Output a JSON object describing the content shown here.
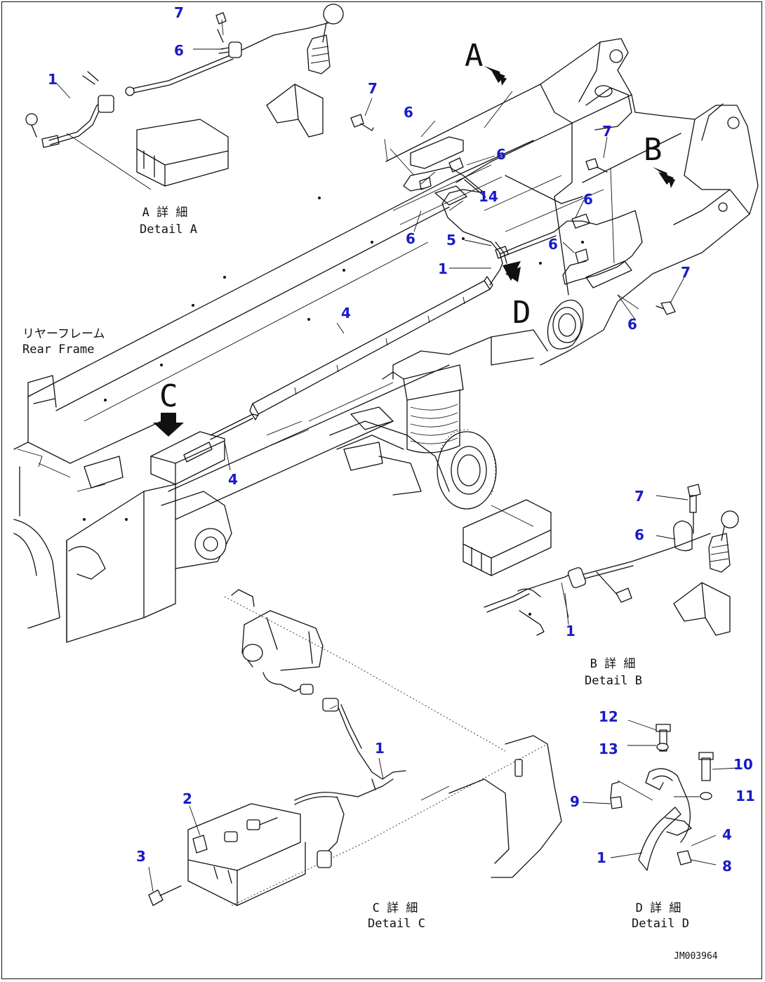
{
  "callouts": {
    "a7": "7",
    "a6": "6",
    "a1": "1",
    "m7a": "7",
    "m6a": "6",
    "m6b": "6",
    "m14": "14",
    "m6c": "6",
    "m7b": "7",
    "m6d": "6",
    "m5": "5",
    "m6e": "6",
    "m1": "1",
    "m7c": "7",
    "m6f": "6",
    "m4a": "4",
    "m4b": "4",
    "b7": "7",
    "b6": "6",
    "b1": "1",
    "c1": "1",
    "c2": "2",
    "c3": "3",
    "d12": "12",
    "d13": "13",
    "d10": "10",
    "d9": "9",
    "d11": "11",
    "d4": "4",
    "d1": "1",
    "d8": "8"
  },
  "views": {
    "a": "A",
    "b": "B",
    "c": "C",
    "d": "D"
  },
  "details": {
    "a_jp": "A 詳 細",
    "a_en": "Detail A",
    "b_jp": "B 詳 細",
    "b_en": "Detail B",
    "c_jp": "C 詳 細",
    "c_en": "Detail C",
    "d_jp": "D 詳 細",
    "d_en": "Detail D"
  },
  "frame_label": {
    "jp": "リヤーフレーム",
    "en": "Rear Frame"
  },
  "drawing_code": "JM003964",
  "colors": {
    "callout": "#1a1ac8",
    "line": "#111111"
  }
}
